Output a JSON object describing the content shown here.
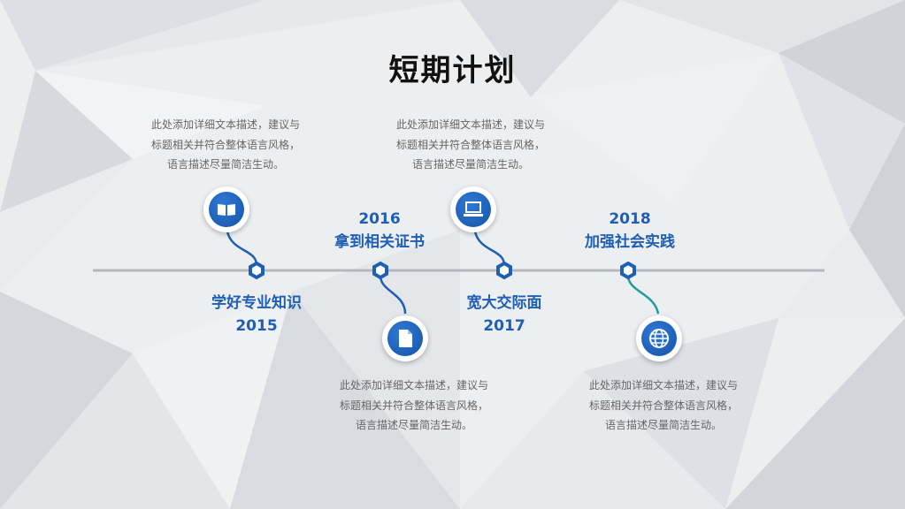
{
  "title": "短期计划",
  "description_lines": [
    "此处添加详细文本描述，建议与",
    "标题相关并符合整体语言风格，",
    "语言描述尽量简洁生动。"
  ],
  "milestones": [
    {
      "name": "学好专业知识",
      "year": "2015",
      "icon": "book-icon"
    },
    {
      "name": "拿到相关证书",
      "year": "2016",
      "icon": "document-icon"
    },
    {
      "name": "宽大交际面",
      "year": "2017",
      "icon": "laptop-icon"
    },
    {
      "name": "加强社会实践",
      "year": "2018",
      "icon": "globe-icon"
    }
  ],
  "colors": {
    "accent": "#1e5fb4",
    "line": "#b5b9bf",
    "node": "#1e5fb4",
    "teal": "#1f9a9e"
  }
}
